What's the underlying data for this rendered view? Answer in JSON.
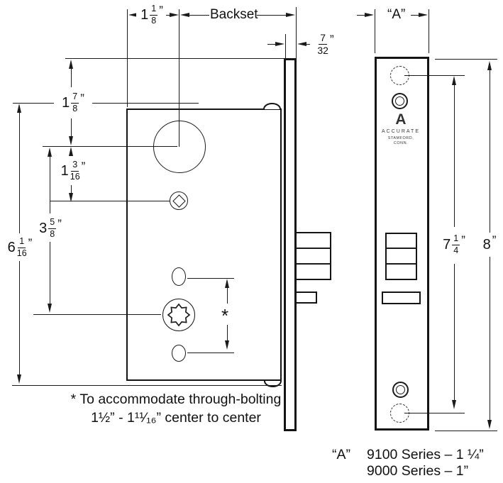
{
  "left_view": {
    "dim_case_edge_to_center": {
      "whole": "1",
      "num": "1",
      "den": "8",
      "unit": "”"
    },
    "backset_label": "Backset",
    "dim_faceplate_thickness": {
      "num": "7",
      "den": "32",
      "unit": "”"
    },
    "dim_top_to_cylinder": {
      "whole": "1",
      "num": "7",
      "den": "8",
      "unit": "”"
    },
    "dim_cylinder_to_hub": {
      "whole": "1",
      "num": "3",
      "den": "16",
      "unit": "”"
    },
    "dim_cylinder_to_turn": {
      "whole": "3",
      "num": "5",
      "den": "8",
      "unit": "”"
    },
    "dim_overall_case": {
      "whole": "6",
      "num": "1",
      "den": "16",
      "unit": "”"
    },
    "thru_bolt_marker": "*",
    "note_line1": "* To accommodate through-bolting",
    "note_line2": "1½” - 1¹¹⁄₁₆” center to center"
  },
  "right_view": {
    "dim_a_label": "“A”",
    "dim_hole_centers": {
      "whole": "7",
      "num": "1",
      "den": "4",
      "unit": "”"
    },
    "dim_overall_height": {
      "whole": "8",
      "unit": "”"
    },
    "logo": {
      "mark": "A",
      "name": "ACCURATE",
      "line1": "STAMFORD,",
      "line2": "CONN."
    }
  },
  "legend": {
    "a_label": "“A”",
    "row1": "9100 Series – 1 ¼”",
    "row2": "9000 Series – 1”"
  },
  "colors": {
    "line": "#1a1a1a",
    "background": "#ffffff"
  }
}
